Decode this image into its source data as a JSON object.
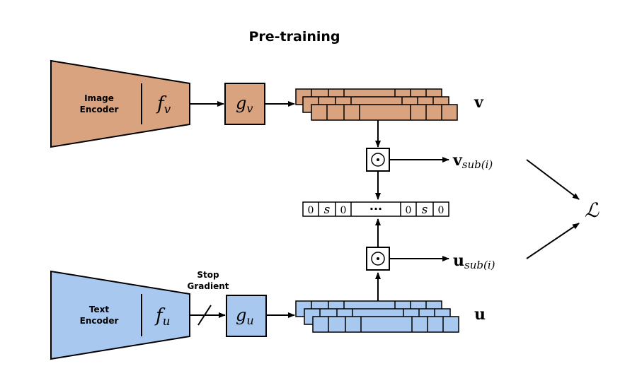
{
  "title": "Pre-training",
  "image_encoder": {
    "label_line1": "Image",
    "label_line2": "Encoder",
    "func": "f",
    "func_sub": "v"
  },
  "text_encoder": {
    "label_line1": "Text",
    "label_line2": "Encoder",
    "func": "f",
    "func_sub": "u"
  },
  "proj_image": {
    "func": "g",
    "func_sub": "v"
  },
  "proj_text": {
    "func": "g",
    "func_sub": "u"
  },
  "stop_gradient": {
    "line1": "Stop",
    "line2": "Gradient"
  },
  "stack_v_label": "v",
  "stack_u_label": "u",
  "hadamard_symbol": "⊙",
  "mask_vector": {
    "cells_left": [
      "0",
      "s",
      "0"
    ],
    "ellipsis": "···",
    "cells_right": [
      "0",
      "s",
      "0"
    ]
  },
  "vsub": {
    "base": "v",
    "sub": "sub(i)"
  },
  "usub": {
    "base": "u",
    "sub": "sub(i)"
  },
  "loss": "ℒ",
  "colors": {
    "image": "#d9a37f",
    "text": "#a8c8f0",
    "stroke": "#000000"
  }
}
